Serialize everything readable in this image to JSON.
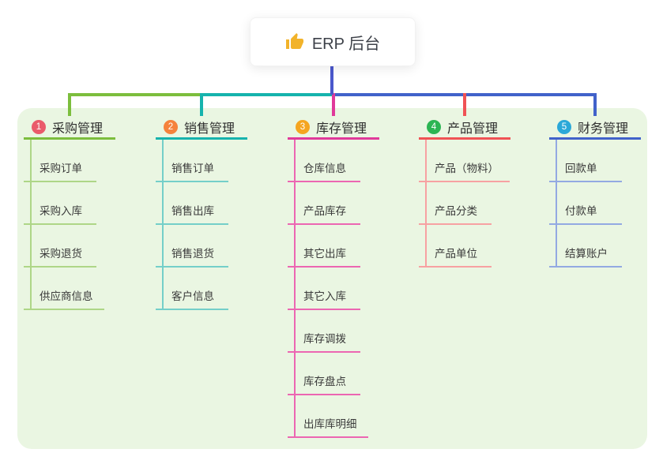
{
  "root": {
    "label": "ERP 后台",
    "icon": "thumbs-up-icon"
  },
  "branches": [
    {
      "number": "1",
      "label": "采购管理",
      "badge_color": "#ea5b6b",
      "line_color": "#7cbe3d",
      "light_color": "#aed687",
      "children": [
        "采购订单",
        "采购入库",
        "采购退货",
        "供应商信息"
      ]
    },
    {
      "number": "2",
      "label": "销售管理",
      "badge_color": "#f5823c",
      "line_color": "#16b3ad",
      "light_color": "#74cfc9",
      "children": [
        "销售订单",
        "销售出库",
        "销售退货",
        "客户信息"
      ]
    },
    {
      "number": "3",
      "label": "库存管理",
      "badge_color": "#f5a520",
      "line_color": "#e0399a",
      "light_color": "#ec66b2",
      "children": [
        "仓库信息",
        "产品库存",
        "其它出库",
        "其它入库",
        "库存调拨",
        "库存盘点",
        "出库库明细"
      ]
    },
    {
      "number": "4",
      "label": "产品管理",
      "badge_color": "#2cb553",
      "line_color": "#f05255",
      "light_color": "#f7a1a2",
      "children": [
        "产品（物料）",
        "产品分类",
        "产品单位"
      ]
    },
    {
      "number": "5",
      "label": "财务管理",
      "badge_color": "#2ba8d8",
      "line_color": "#4162ca",
      "light_color": "#93a9e2",
      "children": [
        "回款单",
        "付款单",
        "结算账户"
      ]
    }
  ],
  "colors": {
    "canvas_bg": "#ffffff",
    "panel_bg": "#eaf6e2",
    "trunk_line": "#4a58cc",
    "root_text": "#3c4048",
    "thumb_yellow": "#f2b32a"
  }
}
